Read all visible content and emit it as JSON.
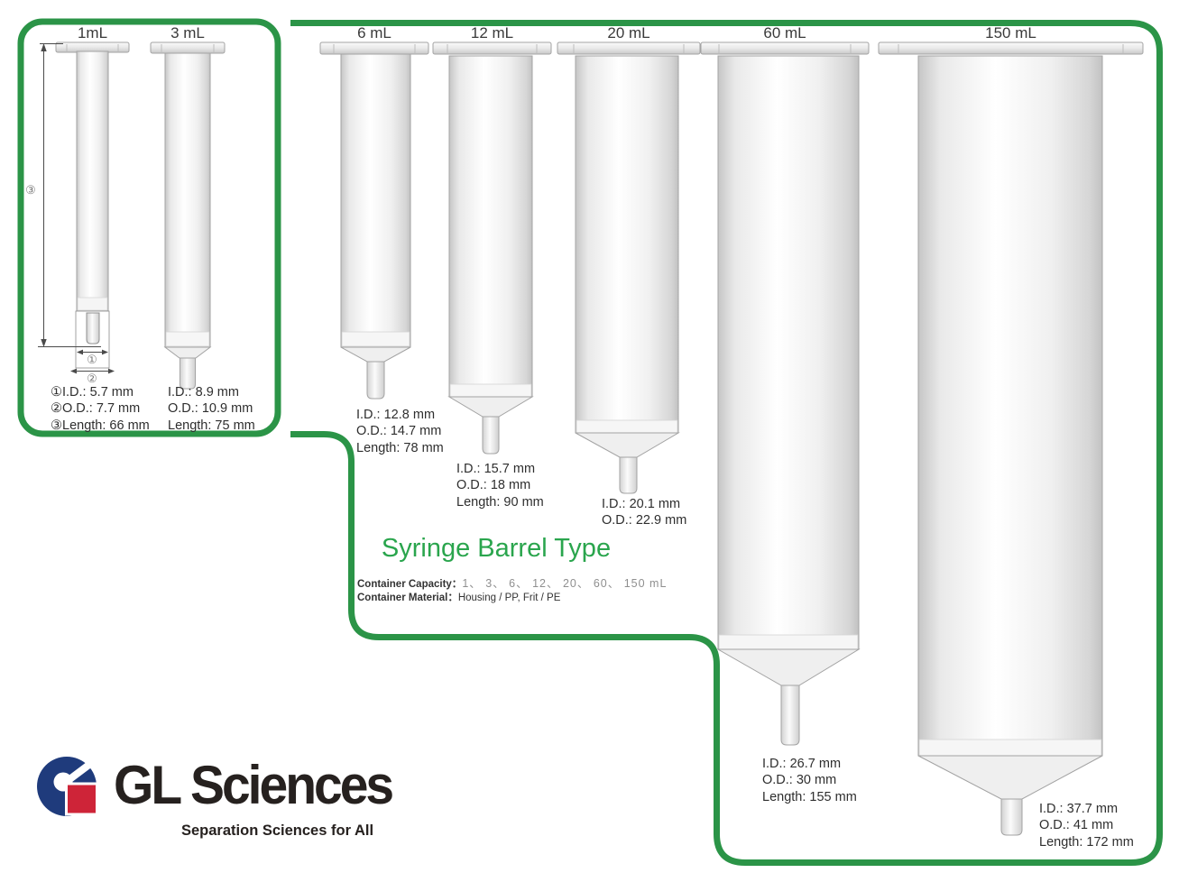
{
  "palette": {
    "border_green": "#2B9447",
    "title_green": "#2AA54D",
    "text_dark": "#2E2E2E",
    "muted_gray": "#8F8F8F",
    "logo_navy": "#1F3B7C",
    "logo_red": "#CE2438",
    "logo_black": "#26211F"
  },
  "syringes": [
    {
      "label": "1mL",
      "dims": [
        "①I.D.: 5.7 mm",
        "②O.D.: 7.7 mm",
        "③Length: 66 mm"
      ]
    },
    {
      "label": "3 mL",
      "dims": [
        "I.D.: 8.9 mm",
        "O.D.: 10.9 mm",
        "Length: 75 mm"
      ]
    },
    {
      "label": "6 mL",
      "dims": [
        "I.D.: 12.8 mm",
        "O.D.: 14.7 mm",
        "Length: 78 mm"
      ]
    },
    {
      "label": "12 mL",
      "dims": [
        "I.D.: 15.7 mm",
        "O.D.: 18 mm",
        "Length: 90 mm"
      ]
    },
    {
      "label": "20 mL",
      "dims": [
        "I.D.: 20.1 mm",
        "O.D.: 22.9 mm"
      ]
    },
    {
      "label": "60 mL",
      "dims": [
        "I.D.: 26.7 mm",
        "O.D.: 30 mm",
        "Length: 155 mm"
      ]
    },
    {
      "label": "150 mL",
      "dims": [
        "I.D.: 37.7 mm",
        "O.D.: 41 mm",
        "Length: 172 mm"
      ]
    }
  ],
  "markers": {
    "length": "③",
    "inner": "①",
    "outer": "②"
  },
  "title": {
    "heading": "Syringe Barrel Type"
  },
  "specs": {
    "capacity_label": "Container Capacity：",
    "capacity_value": "1、 3、 6、 12、 20、 60、 150 mL",
    "material_label": "Container Material：",
    "material_value": "Housing / PP, Frit / PE"
  },
  "logo": {
    "name": "GL Sciences",
    "tagline": "Separation Sciences for All"
  }
}
